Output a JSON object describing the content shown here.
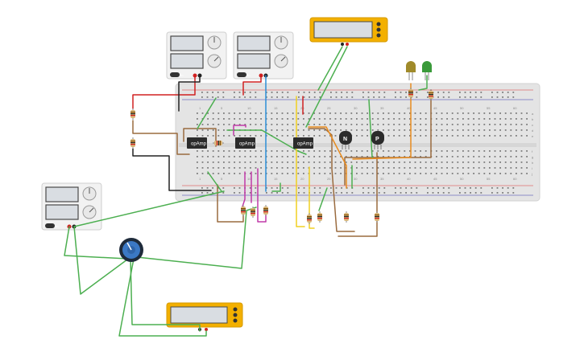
{
  "breadboard": {
    "top_columns": [
      "1",
      "5",
      "10",
      "15",
      "20",
      "25",
      "30",
      "35",
      "40",
      "45",
      "50",
      "55",
      "60"
    ],
    "bottom_columns": [
      "1",
      "5",
      "10",
      "15",
      "20",
      "25",
      "30",
      "35",
      "40",
      "45",
      "50",
      "55",
      "60"
    ],
    "row_letters_top": [
      "a",
      "b",
      "c",
      "d",
      "e"
    ],
    "row_letters_bottom": [
      "f",
      "g",
      "h",
      "i",
      "j"
    ]
  },
  "opamps": [
    {
      "label": "opAmp"
    },
    {
      "label": "opAmp"
    },
    {
      "label": "opAmp"
    }
  ],
  "transistors": [
    {
      "label": "N"
    },
    {
      "label": "P"
    }
  ],
  "power_supplies": [
    {
      "knob_label": "on"
    },
    {
      "knob_label": "on"
    },
    {
      "knob_label": "on"
    }
  ],
  "leds": [
    {
      "color": "#a08a2a"
    },
    {
      "color": "#3a9a3a"
    }
  ],
  "colors": {
    "board": "#e6e6e6",
    "multimeter": "#f3b000",
    "opamp": "#2b2b2b",
    "green_wire": "#4caf50",
    "orange_wire": "#e88b1e",
    "brown_wire": "#9a6b3f",
    "magenta_wire": "#c03aa8",
    "blue_wire": "#2d8fd6",
    "yellow_wire": "#f0d020",
    "red_wire": "#d02020",
    "black_wire": "#222222"
  }
}
